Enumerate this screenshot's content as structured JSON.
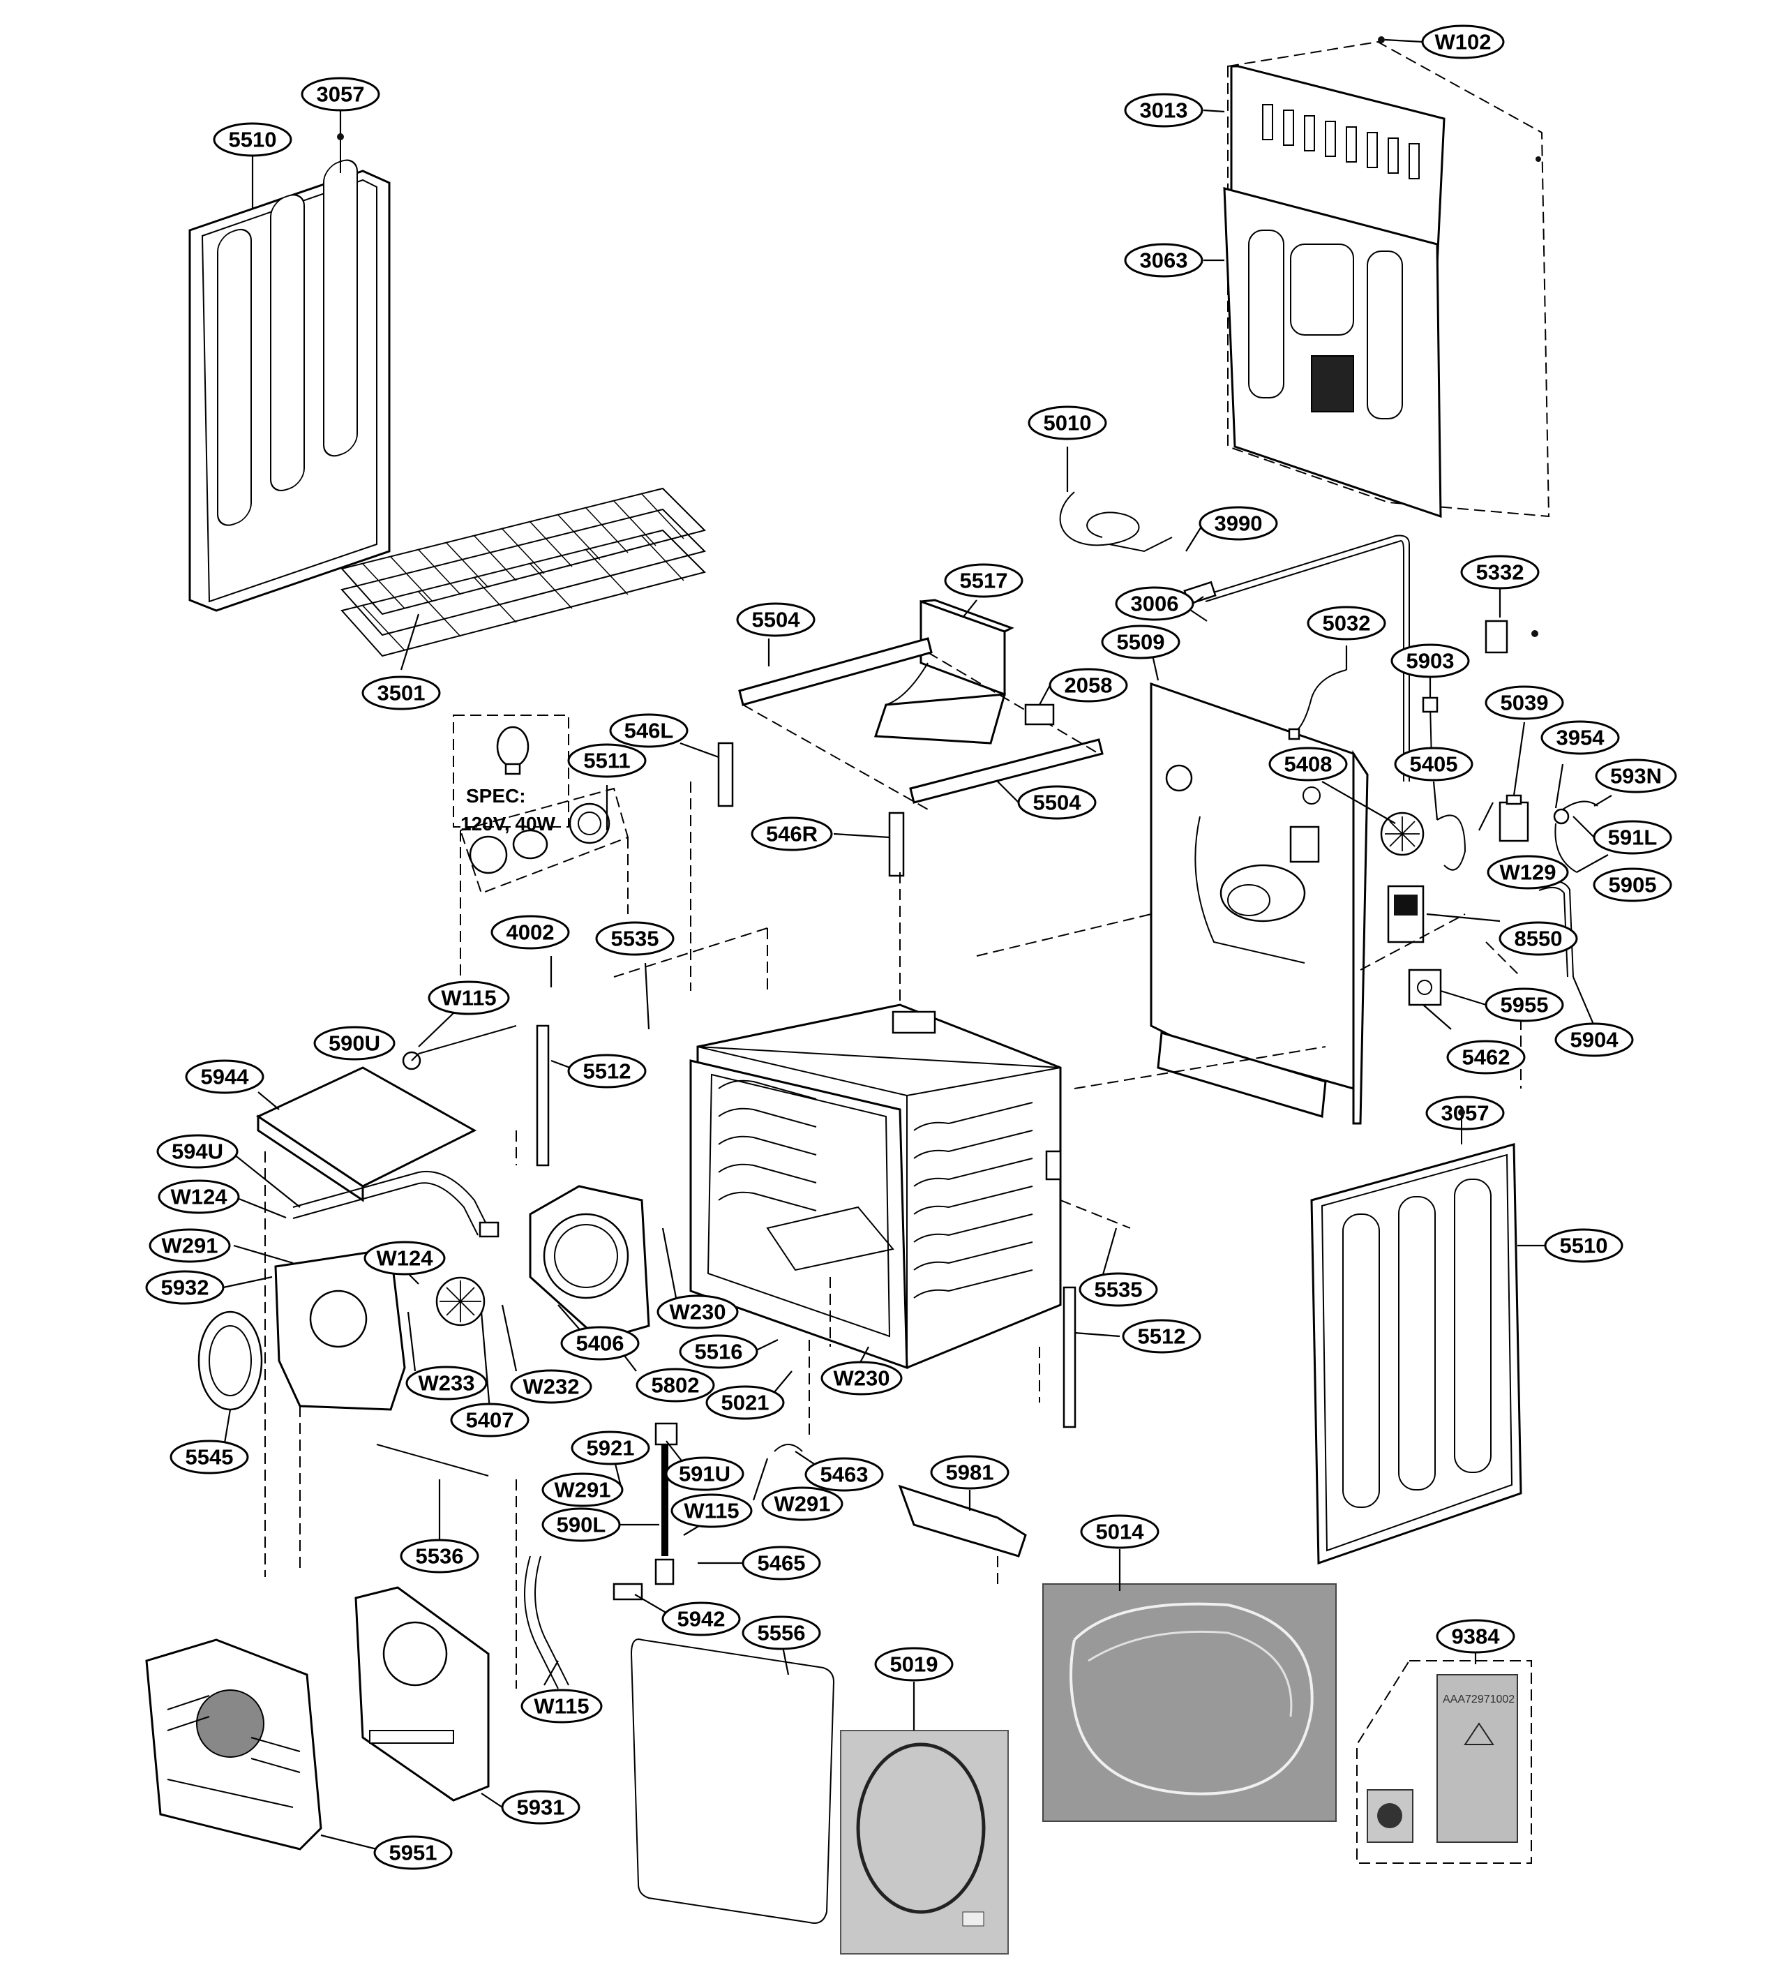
{
  "diagram": {
    "callouts": {
      "c3057a": "3057",
      "c5510a": "5510",
      "c3501": "3501",
      "cW102": "W102",
      "c3013": "3013",
      "c3063": "3063",
      "c5010": "5010",
      "c3990": "3990",
      "c3006": "3006",
      "c5517": "5517",
      "c5504a": "5504",
      "c5504b": "5504",
      "c2058": "2058",
      "c5509": "5509",
      "c5032": "5032",
      "c5332": "5332",
      "c5903": "5903",
      "c5039": "5039",
      "c3954": "3954",
      "c593N": "593N",
      "c591L": "591L",
      "c5905": "5905",
      "cW129": "W129",
      "c5408": "5408",
      "c5405": "5405",
      "c8550": "8550",
      "c5904": "5904",
      "c5955": "5955",
      "c5462": "5462",
      "c546L": "546L",
      "c546R": "546R",
      "c5511": "5511",
      "c5535a": "5535",
      "c4002": "4002",
      "cW115a": "W115",
      "c590U": "590U",
      "c5512a": "5512",
      "c5944": "5944",
      "c594U": "594U",
      "cW124a": "W124",
      "cW291a": "W291",
      "cW124b": "W124",
      "c5932": "5932",
      "cW230a": "W230",
      "c5406": "5406",
      "cW233": "W233",
      "c5802": "5802",
      "cW232": "W232",
      "c5407": "5407",
      "c5545": "5545",
      "c5516": "5516",
      "c5021": "5021",
      "cW230b": "W230",
      "c5535b": "5535",
      "c5512b": "5512",
      "c3057b": "3057",
      "c5510b": "5510",
      "c5921": "5921",
      "c591U": "591U",
      "c5463": "5463",
      "cW291b": "W291",
      "cW291c": "W291",
      "c590L": "590L",
      "cW115b": "W115",
      "c5536": "5536",
      "c5465": "5465",
      "c5981": "5981",
      "c5014": "5014",
      "c5942": "5942",
      "c5556": "5556",
      "c5019": "5019",
      "c9384": "9384",
      "cW115c": "W115",
      "c5931": "5931",
      "c5951": "5951"
    },
    "lamp_spec": {
      "line1": "SPEC:",
      "line2": "120V, 40W"
    },
    "kit_packet_code": "AAA72971002"
  }
}
